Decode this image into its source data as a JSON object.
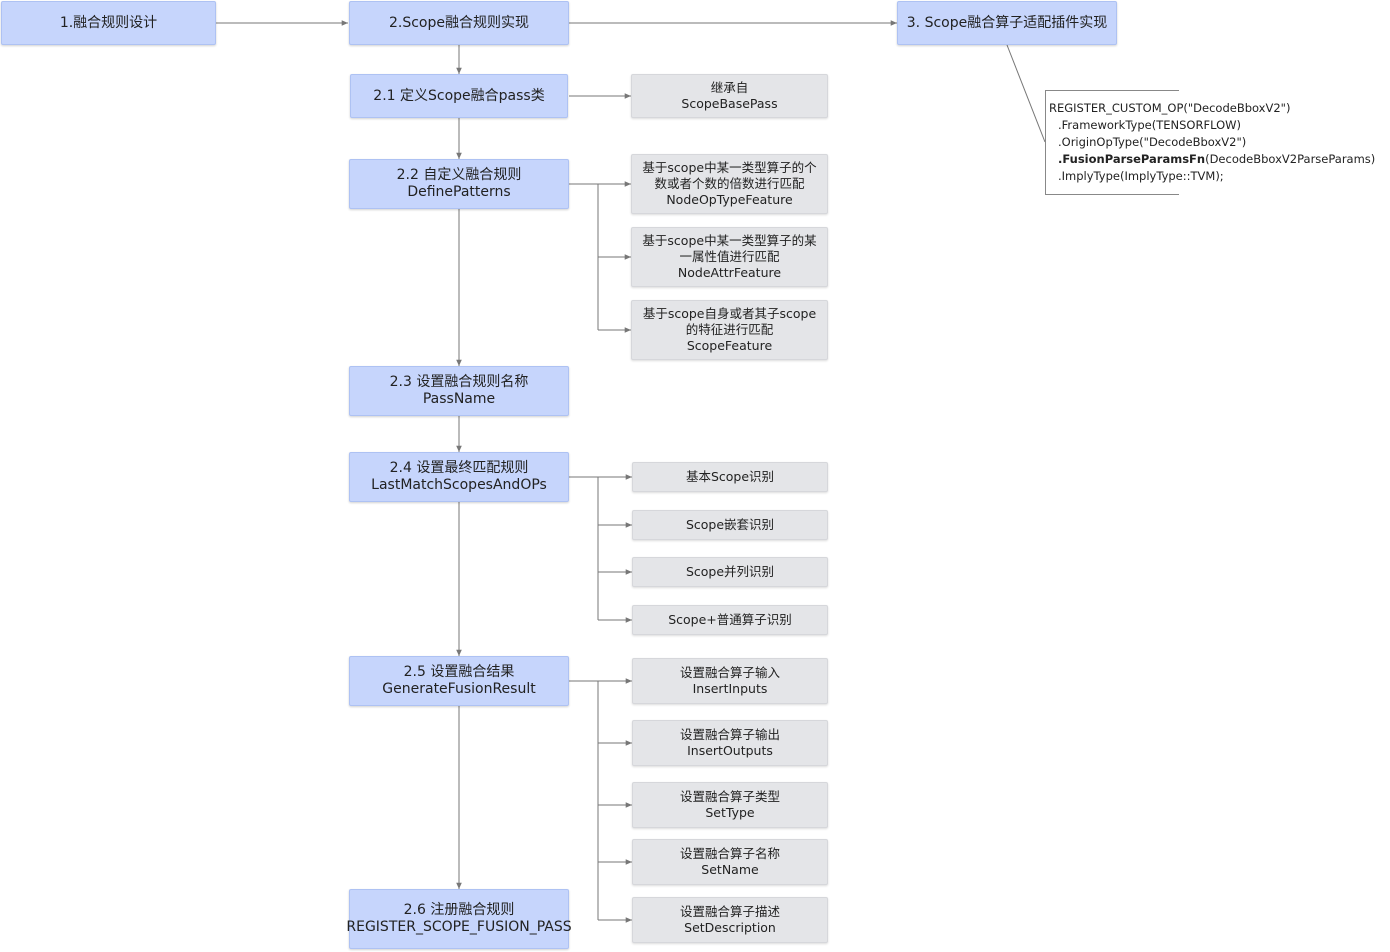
{
  "steps": {
    "s1": "1.融合规则设计",
    "s2": "2.Scope融合规则实现",
    "s3": "3. Scope融合算子适配插件实现",
    "s21": "2.1 定义Scope融合pass类",
    "s22_l1": "2.2 自定义融合规则",
    "s22_l2": "DefinePatterns",
    "s23_l1": "2.3 设置融合规则名称",
    "s23_l2": "PassName",
    "s24_l1": "2.4 设置最终匹配规则",
    "s24_l2": "LastMatchScopesAndOPs",
    "s25_l1": "2.5 设置融合结果",
    "s25_l2": "GenerateFusionResult",
    "s26_l1": "2.6 注册融合规则",
    "s26_l2": "REGISTER_SCOPE_FUSION_PASS"
  },
  "notes": {
    "n21_l1": "继承自",
    "n21_l2": "ScopeBasePass",
    "n22a_l1": "基于scope中某一类型算子的个",
    "n22a_l2": "数或者个数的倍数进行匹配",
    "n22a_l3": "NodeOpTypeFeature",
    "n22b_l1": "基于scope中某一类型算子的某",
    "n22b_l2": "一属性值进行匹配",
    "n22b_l3": "NodeAttrFeature",
    "n22c_l1": "基于scope自身或者其子scope",
    "n22c_l2": "的特征进行匹配",
    "n22c_l3": "ScopeFeature",
    "n24a": "基本Scope识别",
    "n24b": "Scope嵌套识别",
    "n24c": "Scope并列识别",
    "n24d": "Scope+普通算子识别",
    "n25a_l1": "设置融合算子输入",
    "n25a_l2": "InsertInputs",
    "n25b_l1": "设置融合算子输出",
    "n25b_l2": "InsertOutputs",
    "n25c_l1": "设置融合算子类型",
    "n25c_l2": "SetType",
    "n25d_l1": "设置融合算子名称",
    "n25d_l2": "SetName",
    "n25e_l1": "设置融合算子描述",
    "n25e_l2": "SetDescription"
  },
  "code": {
    "line1": "REGISTER_CUSTOM_OP(\"DecodeBboxV2\")",
    "line2": ".FrameworkType(TENSORFLOW)",
    "line3": ".OriginOpType(\"DecodeBboxV2\")",
    "line4_bold": ".FusionParseParamsFn",
    "line4_rest": "(DecodeBboxV2ParseParams)",
    "line5": ".ImplyType(ImplyType::TVM);"
  },
  "colors": {
    "step_fill": "#c6d5fc",
    "note_fill": "#e4e5e8",
    "connector": "#777777"
  }
}
